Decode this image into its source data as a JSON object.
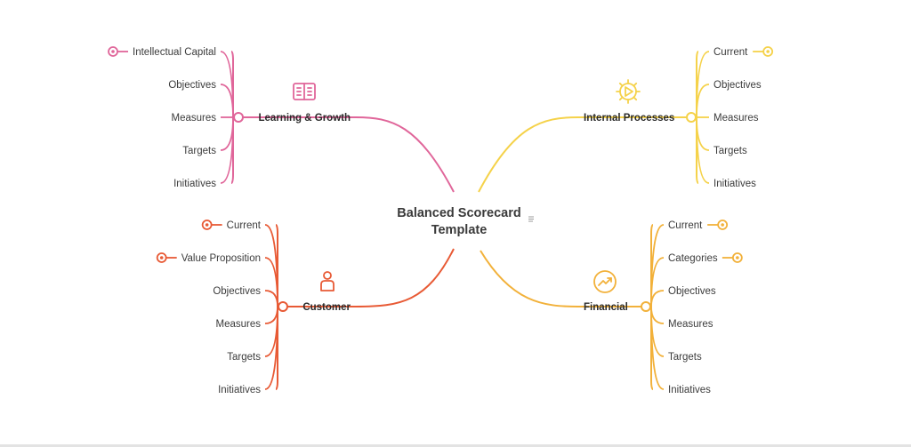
{
  "center": {
    "title_line1": "Balanced Scorecard",
    "title_line2": "Template",
    "note_icon": "note-lines-icon"
  },
  "branches": [
    {
      "id": "learning",
      "label": "Learning & Growth",
      "color": "#e0669a",
      "icon": "open-book-icon",
      "items": [
        {
          "label": "Intellectual Capital",
          "marker": true
        },
        {
          "label": "Objectives",
          "marker": false
        },
        {
          "label": "Measures",
          "marker": false
        },
        {
          "label": "Targets",
          "marker": false
        },
        {
          "label": "Initiatives",
          "marker": false
        }
      ]
    },
    {
      "id": "internal",
      "label": "Internal Processes",
      "color": "#f5d24a",
      "icon": "gear-play-icon",
      "items": [
        {
          "label": "Current",
          "marker": true
        },
        {
          "label": "Objectives",
          "marker": false
        },
        {
          "label": "Measures",
          "marker": false
        },
        {
          "label": "Targets",
          "marker": false
        },
        {
          "label": "Initiatives",
          "marker": false
        }
      ]
    },
    {
      "id": "customer",
      "label": "Customer",
      "color": "#e85a35",
      "icon": "person-icon",
      "items": [
        {
          "label": "Current",
          "marker": true
        },
        {
          "label": "Value Proposition",
          "marker": true
        },
        {
          "label": "Objectives",
          "marker": false
        },
        {
          "label": "Measures",
          "marker": false
        },
        {
          "label": "Targets",
          "marker": false
        },
        {
          "label": "Initiatives",
          "marker": false
        }
      ]
    },
    {
      "id": "financial",
      "label": "Financial",
      "color": "#f2b13a",
      "icon": "trend-up-icon",
      "items": [
        {
          "label": "Current",
          "marker": true
        },
        {
          "label": "Categories",
          "marker": true
        },
        {
          "label": "Objectives",
          "marker": false
        },
        {
          "label": "Measures",
          "marker": false
        },
        {
          "label": "Targets",
          "marker": false
        },
        {
          "label": "Initiatives",
          "marker": false
        }
      ]
    }
  ]
}
